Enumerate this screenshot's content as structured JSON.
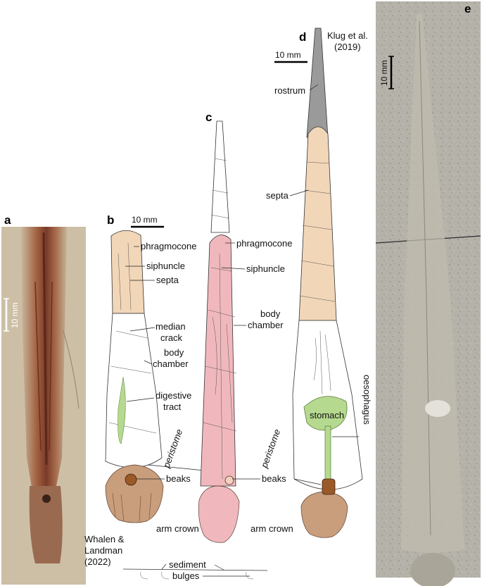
{
  "panels": {
    "a": {
      "letter": "a",
      "scale": "10 mm"
    },
    "b": {
      "letter": "b",
      "scale": "10 mm",
      "labels": {
        "phragmocone": "phragmocone",
        "siphuncle": "siphuncle",
        "septa": "septa",
        "median": "median",
        "crack": "crack",
        "body": "body",
        "chamber": "chamber",
        "digestive": "digestive",
        "tract": "tract",
        "peristome": "peristome",
        "beaks": "beaks",
        "arm_crown": "arm crown"
      },
      "credit_line1": "Whalen &",
      "credit_line2": "Landman",
      "credit_line3": "(2022)",
      "sediment": "sediment",
      "bulges": "bulges"
    },
    "c": {
      "letter": "c",
      "labels": {
        "phragmocone": "phragmocone",
        "siphuncle": "siphuncle",
        "body": "body",
        "chamber": "chamber",
        "peristome": "peristome",
        "beaks": "beaks",
        "arm_crown": "arm crown"
      }
    },
    "d": {
      "letter": "d",
      "scale": "10 mm",
      "credit_line1": "Klug et al.",
      "credit_line2": "(2019)",
      "labels": {
        "rostrum": "rostrum",
        "septa": "septa",
        "stomach": "stomach",
        "oesophagus": "oesophagus"
      }
    },
    "e": {
      "letter": "e",
      "scale": "10 mm"
    }
  },
  "colors": {
    "phragmocone_fill": "#f2d6b8",
    "digestive_fill": "#b5d98f",
    "pink_fill": "#f0b8bd",
    "beak_fill": "#c99e7c",
    "rostrum_fill": "#9a9a9a"
  }
}
